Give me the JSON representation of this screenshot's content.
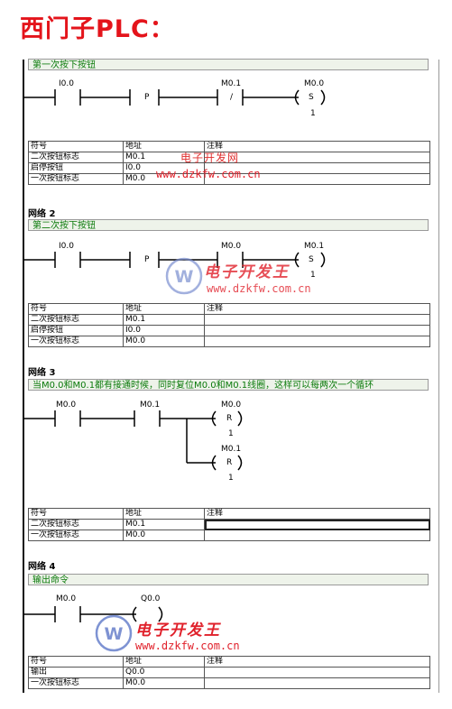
{
  "page_title": "西门子PLC：",
  "networks": [
    {
      "label": "",
      "comment": "第一次按下按钮",
      "contacts": [
        "I0.0",
        "P",
        "M0.1",
        "/",
        "M0.0"
      ],
      "coil": {
        "type": "S",
        "value": "1"
      },
      "symbols": [
        {
          "symbol": "二次按钮标志",
          "address": "M0.1",
          "comment": ""
        },
        {
          "symbol": "启停按钮",
          "address": "I0.0",
          "comment": ""
        },
        {
          "symbol": "一次按钮标志",
          "address": "M0.0",
          "comment": ""
        }
      ]
    },
    {
      "label": "网络 2",
      "comment": "第二次按下按钮",
      "contacts": [
        "I0.0",
        "P",
        "M0.0",
        "M0.1"
      ],
      "coil": {
        "type": "S",
        "value": "1"
      },
      "symbols": [
        {
          "symbol": "二次按钮标志",
          "address": "M0.1",
          "comment": ""
        },
        {
          "symbol": "启停按钮",
          "address": "I0.0",
          "comment": ""
        },
        {
          "symbol": "一次按钮标志",
          "address": "M0.0",
          "comment": ""
        }
      ]
    },
    {
      "label": "网络 3",
      "comment": "当M0.0和M0.1都有接通时候，同时复位M0.0和M0.1线圈，这样可以每两次一个循环",
      "contacts": [
        "M0.0",
        "M0.1"
      ],
      "coils": [
        {
          "name": "M0.0",
          "type": "R",
          "value": "1"
        },
        {
          "name": "M0.1",
          "type": "R",
          "value": "1"
        }
      ],
      "symbols": [
        {
          "symbol": "二次按钮标志",
          "address": "M0.1",
          "comment": ""
        },
        {
          "symbol": "一次按钮标志",
          "address": "M0.0",
          "comment": ""
        }
      ]
    },
    {
      "label": "网络 4",
      "comment": "输出命令",
      "contacts": [
        "M0.0"
      ],
      "coil": {
        "name": "Q0.0"
      },
      "symbols": [
        {
          "symbol": "输出",
          "address": "Q0.0",
          "comment": ""
        },
        {
          "symbol": "一次按钮标志",
          "address": "M0.0",
          "comment": ""
        }
      ]
    }
  ],
  "table_headers": {
    "symbol": "符号",
    "address": "地址",
    "comment": "注释"
  },
  "watermarks": {
    "cn_small": "电子开发网",
    "url": "www.dzkfw.com.cn",
    "cn_big": "电子开发王"
  },
  "colors": {
    "title": "#e4141b",
    "comment_text": "#0a7a0a",
    "watermark": "#e0202a"
  }
}
